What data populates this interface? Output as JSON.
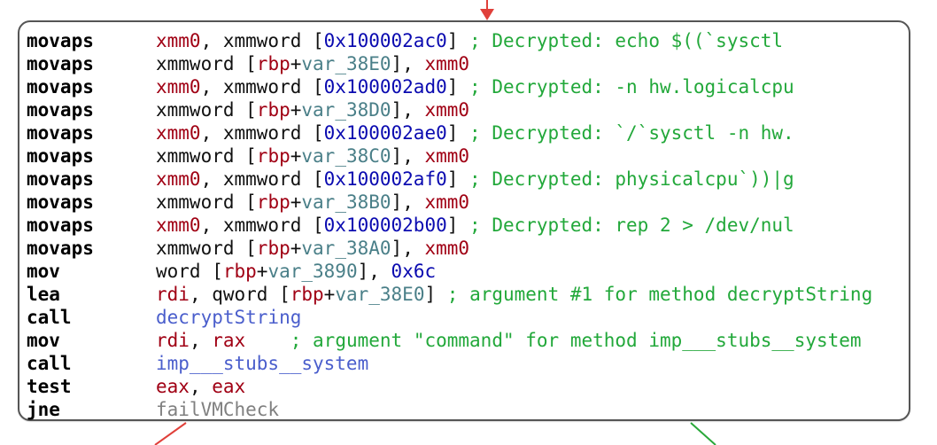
{
  "colors": {
    "mnemonic": "#000000",
    "register": "#a00014",
    "number": "#0a0ab0",
    "variable": "#4a7f88",
    "comment": "#22a83a",
    "function": "#4a5ecc",
    "label": "#808080",
    "border": "#555555",
    "edge_in": "#e0403a",
    "edge_false": "#e0403a",
    "edge_true": "#2aa83a"
  },
  "block": {
    "lines": [
      {
        "mnemonic": "movaps",
        "parts": [
          {
            "t": "xmm0",
            "k": "reg"
          },
          {
            "t": ", xmmword [",
            "k": "plain"
          },
          {
            "t": "0x100002ac0",
            "k": "num"
          },
          {
            "t": "] ",
            "k": "plain"
          },
          {
            "t": "; Decrypted: echo $((`sysctl",
            "k": "cmt"
          }
        ]
      },
      {
        "mnemonic": "movaps",
        "parts": [
          {
            "t": "xmmword [",
            "k": "plain"
          },
          {
            "t": "rbp",
            "k": "reg"
          },
          {
            "t": "+",
            "k": "plain"
          },
          {
            "t": "var_38E0",
            "k": "var"
          },
          {
            "t": "], ",
            "k": "plain"
          },
          {
            "t": "xmm0",
            "k": "reg"
          }
        ]
      },
      {
        "mnemonic": "movaps",
        "parts": [
          {
            "t": "xmm0",
            "k": "reg"
          },
          {
            "t": ", xmmword [",
            "k": "plain"
          },
          {
            "t": "0x100002ad0",
            "k": "num"
          },
          {
            "t": "] ",
            "k": "plain"
          },
          {
            "t": "; Decrypted: -n hw.logicalcpu",
            "k": "cmt"
          }
        ]
      },
      {
        "mnemonic": "movaps",
        "parts": [
          {
            "t": "xmmword [",
            "k": "plain"
          },
          {
            "t": "rbp",
            "k": "reg"
          },
          {
            "t": "+",
            "k": "plain"
          },
          {
            "t": "var_38D0",
            "k": "var"
          },
          {
            "t": "], ",
            "k": "plain"
          },
          {
            "t": "xmm0",
            "k": "reg"
          }
        ]
      },
      {
        "mnemonic": "movaps",
        "parts": [
          {
            "t": "xmm0",
            "k": "reg"
          },
          {
            "t": ", xmmword [",
            "k": "plain"
          },
          {
            "t": "0x100002ae0",
            "k": "num"
          },
          {
            "t": "] ",
            "k": "plain"
          },
          {
            "t": "; Decrypted: `/`sysctl -n hw.",
            "k": "cmt"
          }
        ]
      },
      {
        "mnemonic": "movaps",
        "parts": [
          {
            "t": "xmmword [",
            "k": "plain"
          },
          {
            "t": "rbp",
            "k": "reg"
          },
          {
            "t": "+",
            "k": "plain"
          },
          {
            "t": "var_38C0",
            "k": "var"
          },
          {
            "t": "], ",
            "k": "plain"
          },
          {
            "t": "xmm0",
            "k": "reg"
          }
        ]
      },
      {
        "mnemonic": "movaps",
        "parts": [
          {
            "t": "xmm0",
            "k": "reg"
          },
          {
            "t": ", xmmword [",
            "k": "plain"
          },
          {
            "t": "0x100002af0",
            "k": "num"
          },
          {
            "t": "] ",
            "k": "plain"
          },
          {
            "t": "; Decrypted: physicalcpu`))|g",
            "k": "cmt"
          }
        ]
      },
      {
        "mnemonic": "movaps",
        "parts": [
          {
            "t": "xmmword [",
            "k": "plain"
          },
          {
            "t": "rbp",
            "k": "reg"
          },
          {
            "t": "+",
            "k": "plain"
          },
          {
            "t": "var_38B0",
            "k": "var"
          },
          {
            "t": "], ",
            "k": "plain"
          },
          {
            "t": "xmm0",
            "k": "reg"
          }
        ]
      },
      {
        "mnemonic": "movaps",
        "parts": [
          {
            "t": "xmm0",
            "k": "reg"
          },
          {
            "t": ", xmmword [",
            "k": "plain"
          },
          {
            "t": "0x100002b00",
            "k": "num"
          },
          {
            "t": "] ",
            "k": "plain"
          },
          {
            "t": "; Decrypted: rep 2 > /dev/nul",
            "k": "cmt"
          }
        ]
      },
      {
        "mnemonic": "movaps",
        "parts": [
          {
            "t": "xmmword [",
            "k": "plain"
          },
          {
            "t": "rbp",
            "k": "reg"
          },
          {
            "t": "+",
            "k": "plain"
          },
          {
            "t": "var_38A0",
            "k": "var"
          },
          {
            "t": "], ",
            "k": "plain"
          },
          {
            "t": "xmm0",
            "k": "reg"
          }
        ]
      },
      {
        "mnemonic": "mov",
        "parts": [
          {
            "t": "word [",
            "k": "plain"
          },
          {
            "t": "rbp",
            "k": "reg"
          },
          {
            "t": "+",
            "k": "plain"
          },
          {
            "t": "var_3890",
            "k": "var"
          },
          {
            "t": "], ",
            "k": "plain"
          },
          {
            "t": "0x6c",
            "k": "num"
          }
        ]
      },
      {
        "mnemonic": "lea",
        "parts": [
          {
            "t": "rdi",
            "k": "reg"
          },
          {
            "t": ", qword [",
            "k": "plain"
          },
          {
            "t": "rbp",
            "k": "reg"
          },
          {
            "t": "+",
            "k": "plain"
          },
          {
            "t": "var_38E0",
            "k": "var"
          },
          {
            "t": "] ",
            "k": "plain"
          },
          {
            "t": "; argument #1 for method decryptString",
            "k": "cmt"
          }
        ]
      },
      {
        "mnemonic": "call",
        "parts": [
          {
            "t": "decryptString",
            "k": "func"
          }
        ]
      },
      {
        "mnemonic": "mov",
        "parts": [
          {
            "t": "rdi",
            "k": "reg"
          },
          {
            "t": ", ",
            "k": "plain"
          },
          {
            "t": "rax",
            "k": "reg"
          },
          {
            "t": "    ",
            "k": "plain"
          },
          {
            "t": "; argument \"command\" for method imp___stubs__system",
            "k": "cmt"
          }
        ]
      },
      {
        "mnemonic": "call",
        "parts": [
          {
            "t": "imp___stubs__system",
            "k": "func"
          }
        ]
      },
      {
        "mnemonic": "test",
        "parts": [
          {
            "t": "eax",
            "k": "reg"
          },
          {
            "t": ", ",
            "k": "plain"
          },
          {
            "t": "eax",
            "k": "reg"
          }
        ]
      },
      {
        "mnemonic": "jne",
        "parts": [
          {
            "t": "failVMCheck",
            "k": "lbl"
          }
        ]
      }
    ]
  },
  "edges": {
    "incoming": "incoming-edge",
    "branch_taken": "branch-taken-edge",
    "fallthrough": "fallthrough-edge"
  }
}
